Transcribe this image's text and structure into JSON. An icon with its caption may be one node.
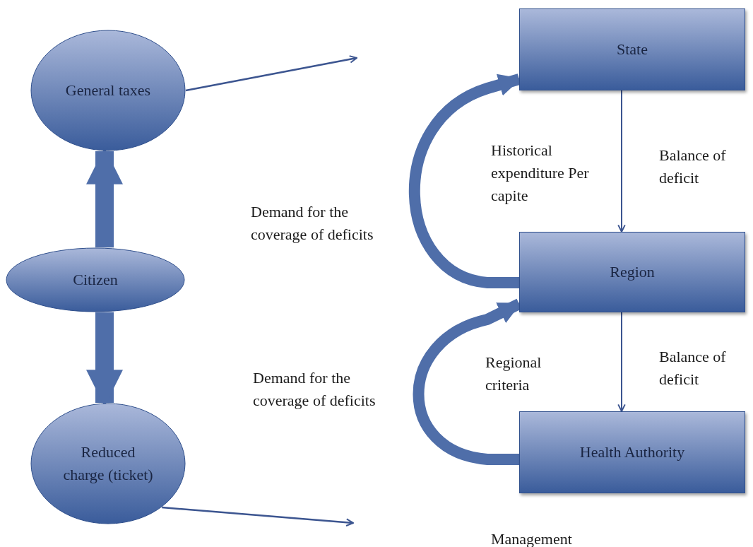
{
  "diagram": {
    "nodes": [
      {
        "text": [
          "General taxes"
        ]
      },
      {
        "text": [
          "Citizen"
        ]
      },
      {
        "text": [
          "Reduced charge (ticket)"
        ]
      },
      {
        "text": [
          "State"
        ]
      },
      {
        "text": [
          "Region"
        ]
      },
      {
        "text": [
          "Health Authority"
        ]
      }
    ],
    "edges": [
      {
        "from": 0,
        "to": null,
        "arrow": "to"
      },
      {
        "from": 1,
        "to": 0,
        "arrow": "to",
        "style": "thick"
      },
      {
        "from": 1,
        "to": 2,
        "arrow": "to",
        "style": "thick"
      },
      {
        "from": 2,
        "to": null,
        "arrow": "to"
      },
      {
        "from": 4,
        "to": 3,
        "arrow": "to",
        "style": "thick",
        "label": "Demand for the coverage of deficits"
      },
      {
        "from": 3,
        "to": 4,
        "arrow": "to",
        "label": "Balance of deficit"
      },
      {
        "from": 5,
        "to": 4,
        "arrow": "to",
        "style": "thick",
        "label": "Demand for the coverage of deficits"
      },
      {
        "from": 4,
        "to": 5,
        "arrow": "to",
        "label": "Balance of deficit"
      }
    ],
    "labels": [
      "Historical expenditure Per capite",
      "Regional criteria",
      "Management"
    ]
  }
}
